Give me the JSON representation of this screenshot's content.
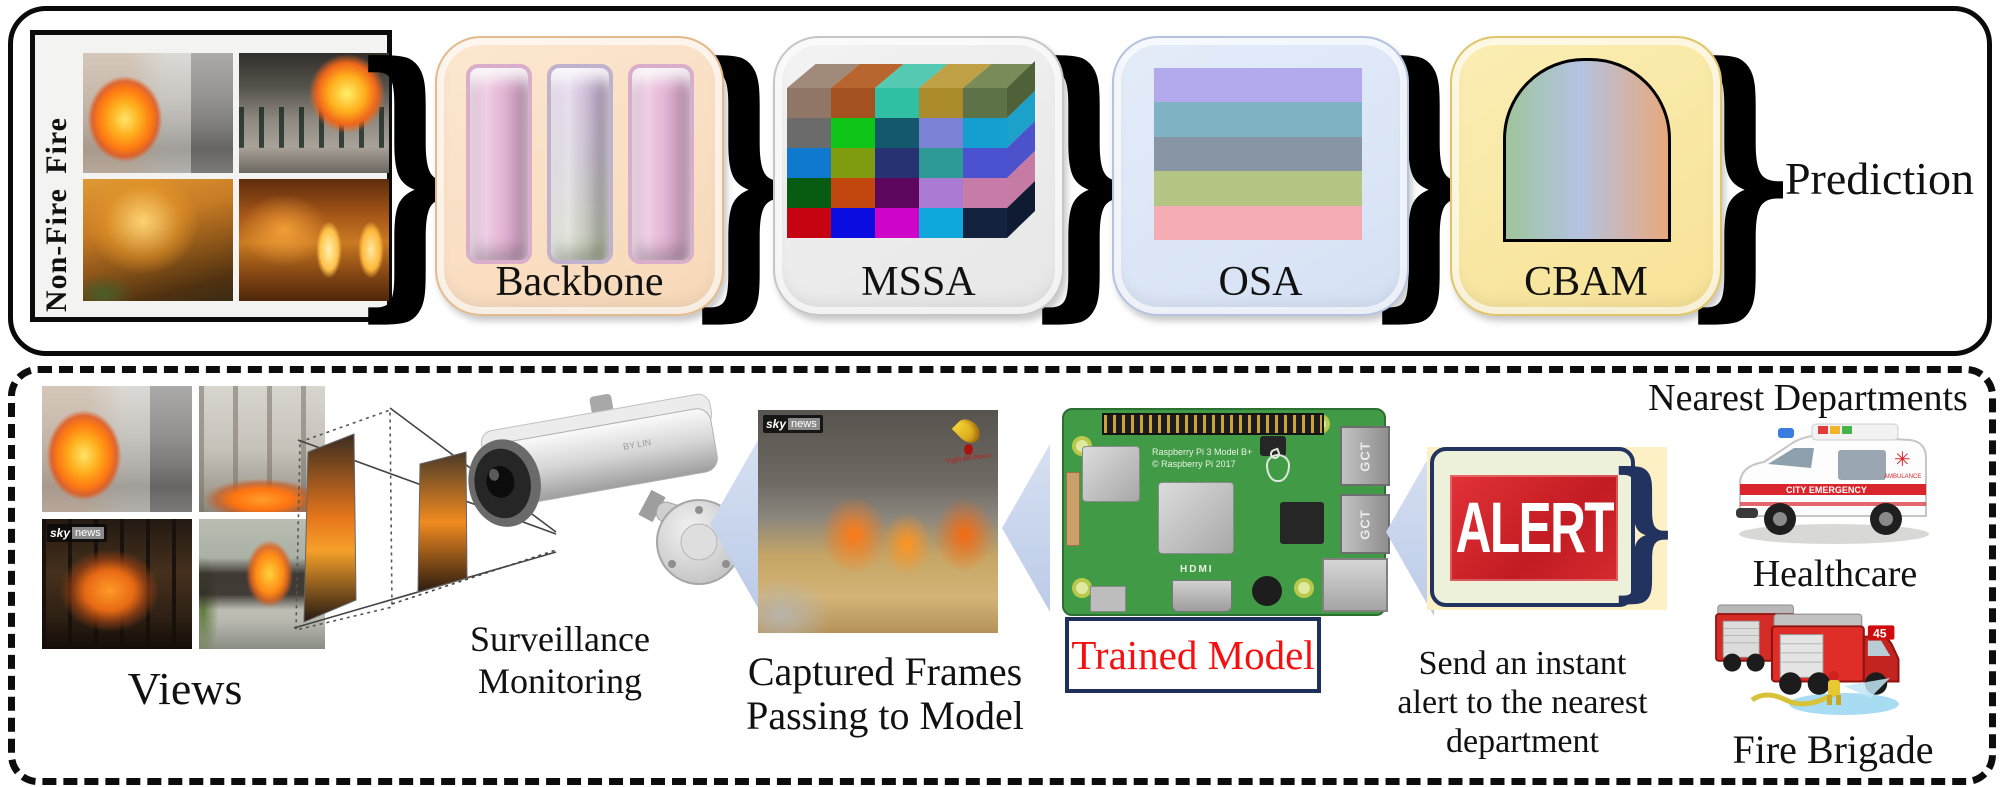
{
  "colors": {
    "backbone_block": "#f7d8b8",
    "backbone_border": "#e4b98f",
    "mssa_block": "#ebebeb",
    "mssa_border": "#c6c6c6",
    "osa_block": "#d5e1f4",
    "osa_border": "#b4c3e0",
    "cbam_block": "#f7e296",
    "cbam_border": "#e0c468",
    "pillar_pink": "#e2b4d4",
    "pillar_mid_top": "#cbb0da",
    "pillar_mid_bottom": "#b9c3a6",
    "dome_gradient": [
      "#9fc49b",
      "#b3c3e2",
      "#e8a87d"
    ],
    "arrow_blue": "#c7d5ec",
    "alert_red": "#d6252b",
    "alert_navy": "#23335f",
    "alert_cream": "#eef1da",
    "alert_yellow_band": "#fdf0c4",
    "trained_model_text": "#f50f0f",
    "pi_green": "#419a46"
  },
  "top": {
    "dataset": {
      "row_labels": [
        "Fire",
        "Non-Fire"
      ]
    },
    "connector": "}",
    "blocks": [
      {
        "label": "Backbone"
      },
      {
        "label": "MSSA"
      },
      {
        "label": "OSA"
      },
      {
        "label": "CBAM"
      }
    ],
    "prediction_label": "Prediction",
    "mssa_mosaic": {
      "front": [
        [
          "#8f7667",
          "#a5511f",
          "#2fbfa2",
          "#ab8a2c",
          "#5d7247"
        ],
        [
          "#6b6b6b",
          "#0ec417",
          "#14586e",
          "#7b82d6",
          "#149fd0"
        ],
        [
          "#0f79cf",
          "#7f9c10",
          "#273272",
          "#2d9a96",
          "#4b52cf"
        ],
        [
          "#085c12",
          "#c2470e",
          "#5c065e",
          "#a97bd3",
          "#c77ba8"
        ],
        [
          "#c60310",
          "#0b0ce0",
          "#d004c9",
          "#0fa8dd",
          "#13233f"
        ]
      ],
      "top_edge": [
        "#a28a7a",
        "#b96530",
        "#55c9b2",
        "#bfa044",
        "#7a8b5a"
      ],
      "right_edge": [
        "#4f6138",
        "#1ba1ca",
        "#4c52ca",
        "#c57ba4",
        "#0e1b33"
      ]
    },
    "osa_stripes": [
      "#b2aaec",
      "#7fb2c2",
      "#8795a5",
      "#b5c584",
      "#f6acb5"
    ]
  },
  "bottom": {
    "views_label": "Views",
    "surveillance_label": [
      "Surveillance",
      "Monitoring"
    ],
    "captured_frames_label": [
      "Captured Frames",
      "Passing to Model"
    ],
    "sky_logo": {
      "sky": "sky",
      "news": "news"
    },
    "emblem_text": "Vigili del Fuoco",
    "camera_brand": "BY LIN",
    "pi_board": {
      "silkscreen_line1": "Raspberry Pi 3 Model B+",
      "silkscreen_line2": "© Raspberry Pi 2017",
      "usb_label": "GCT",
      "hdmi_label": "HDMI"
    },
    "trained_model_label": "Trained Model",
    "alert_word": "ALERT",
    "alert_brace": "}",
    "alert_caption": [
      "Send an instant",
      "alert to the nearest",
      "department"
    ],
    "nearest_departments_label": "Nearest Departments",
    "healthcare_label": "Healthcare",
    "fire_brigade_label": "Fire Brigade",
    "truck_number": "45",
    "ambulance_stripe_text": "CITY EMERGENCY",
    "ambulance_word": "AMBULANCE"
  }
}
